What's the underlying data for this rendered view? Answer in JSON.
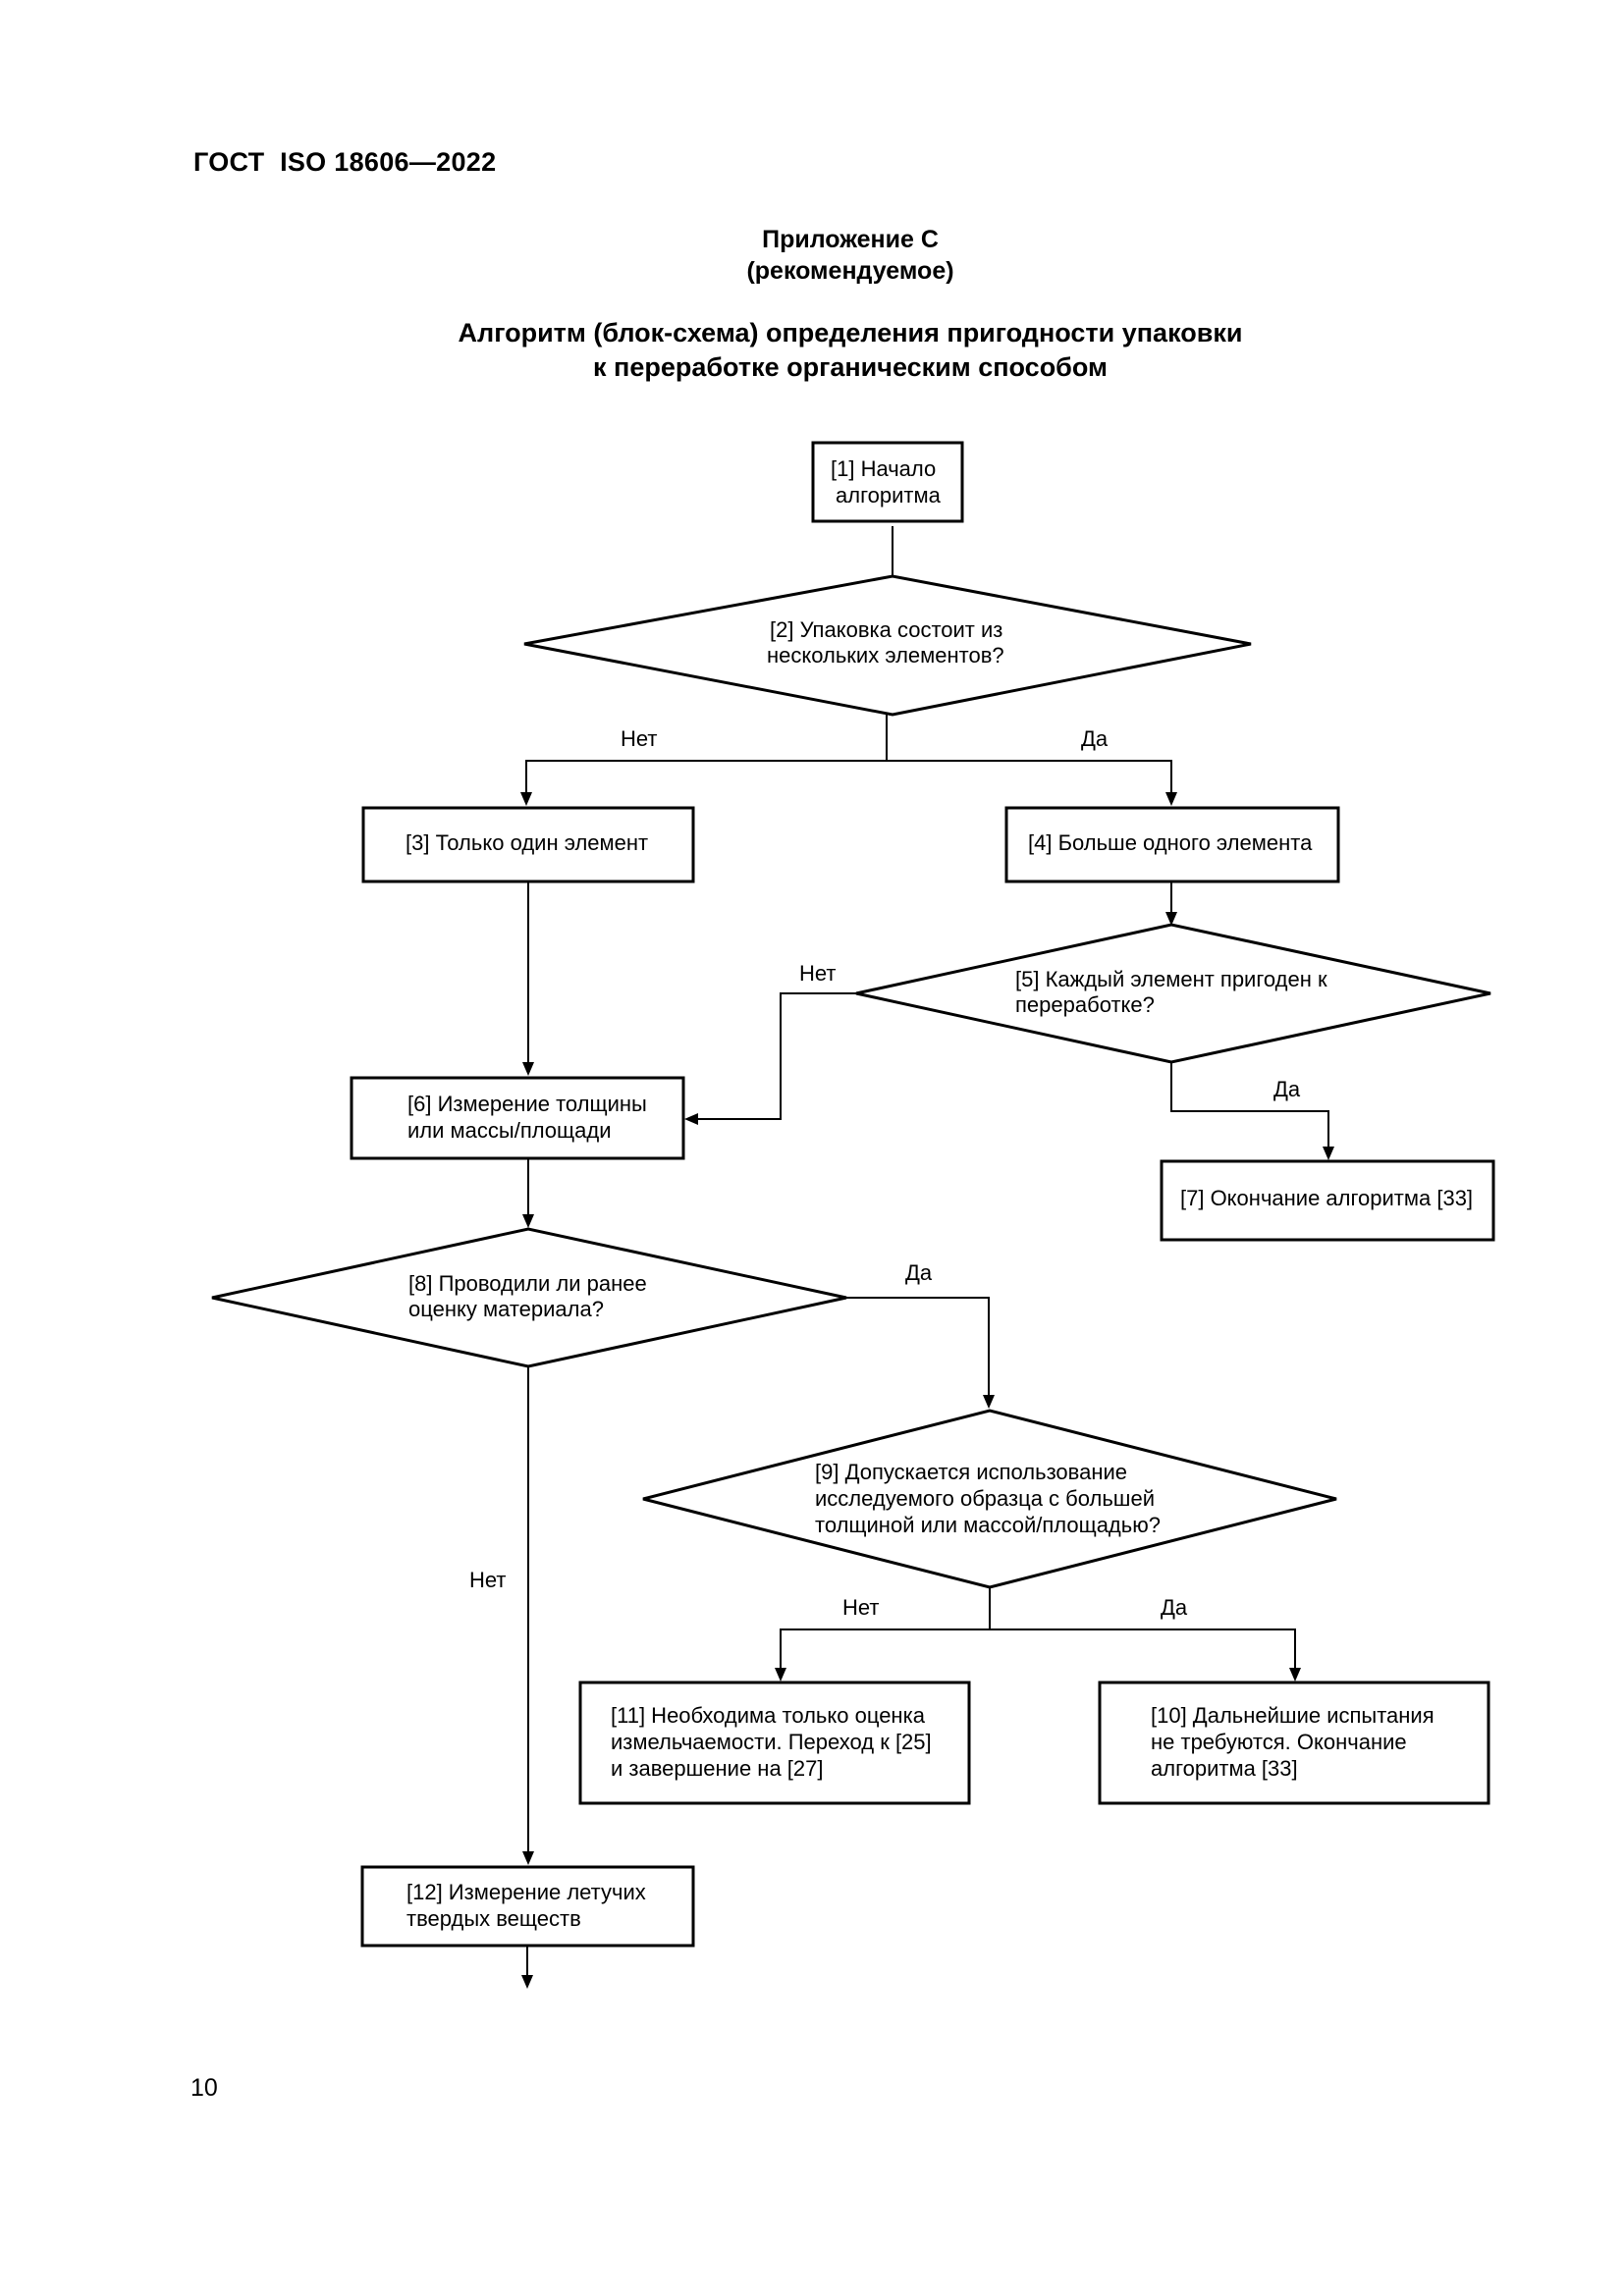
{
  "header": {
    "doc_code": "ГОСТ  ISO 18606—2022",
    "appendix_title": "Приложение С",
    "appendix_status": "(рекомендуемое)",
    "title_line1": "Алгоритм (блок-схема) определения пригодности упаковки",
    "title_line2": "к переработке органическим способом"
  },
  "nodes": {
    "n1": {
      "line1": "[1]  Начало",
      "line2": "алгоритма"
    },
    "n2": {
      "line1": "[2] Упаковка состоит из",
      "line2": "нескольких элементов?"
    },
    "n3": {
      "line1": "[3] Только один элемент"
    },
    "n4": {
      "line1": "[4] Больше одного элемента"
    },
    "n5": {
      "line1": "[5] Каждый элемент пригоден к",
      "line2": "переработке?"
    },
    "n6": {
      "line1": "[6] Измерение толщины",
      "line2": "или массы/площади"
    },
    "n7": {
      "line1": "[7] Окончание алгоритма [33]"
    },
    "n8": {
      "line1": "[8] Проводили ли ранее",
      "line2": "оценку материала?"
    },
    "n9": {
      "line1": "[9] Допускается использование",
      "line2": "исследуемого образца с большей",
      "line3": "толщиной или массой/площадью?"
    },
    "n10": {
      "line1": "[10] Дальнейшие испытания",
      "line2": "не требуются. Окончание",
      "line3": "алгоритма [33]"
    },
    "n11": {
      "line1": "[11] Необходима только оценка",
      "line2": "измельчаемости. Переход к [25]",
      "line3": "и завершение на [27]"
    },
    "n12": {
      "line1": "[12] Измерение летучих",
      "line2": "твердых веществ"
    }
  },
  "edge_labels": {
    "n2_no": "Нет",
    "n2_yes": "Да",
    "n5_no": "Нет",
    "n5_yes": "Да",
    "n8_yes": "Да",
    "n8_no": "Нет",
    "n9_no": "Нет",
    "n9_yes": "Да"
  },
  "footer": {
    "page_number": "10"
  }
}
